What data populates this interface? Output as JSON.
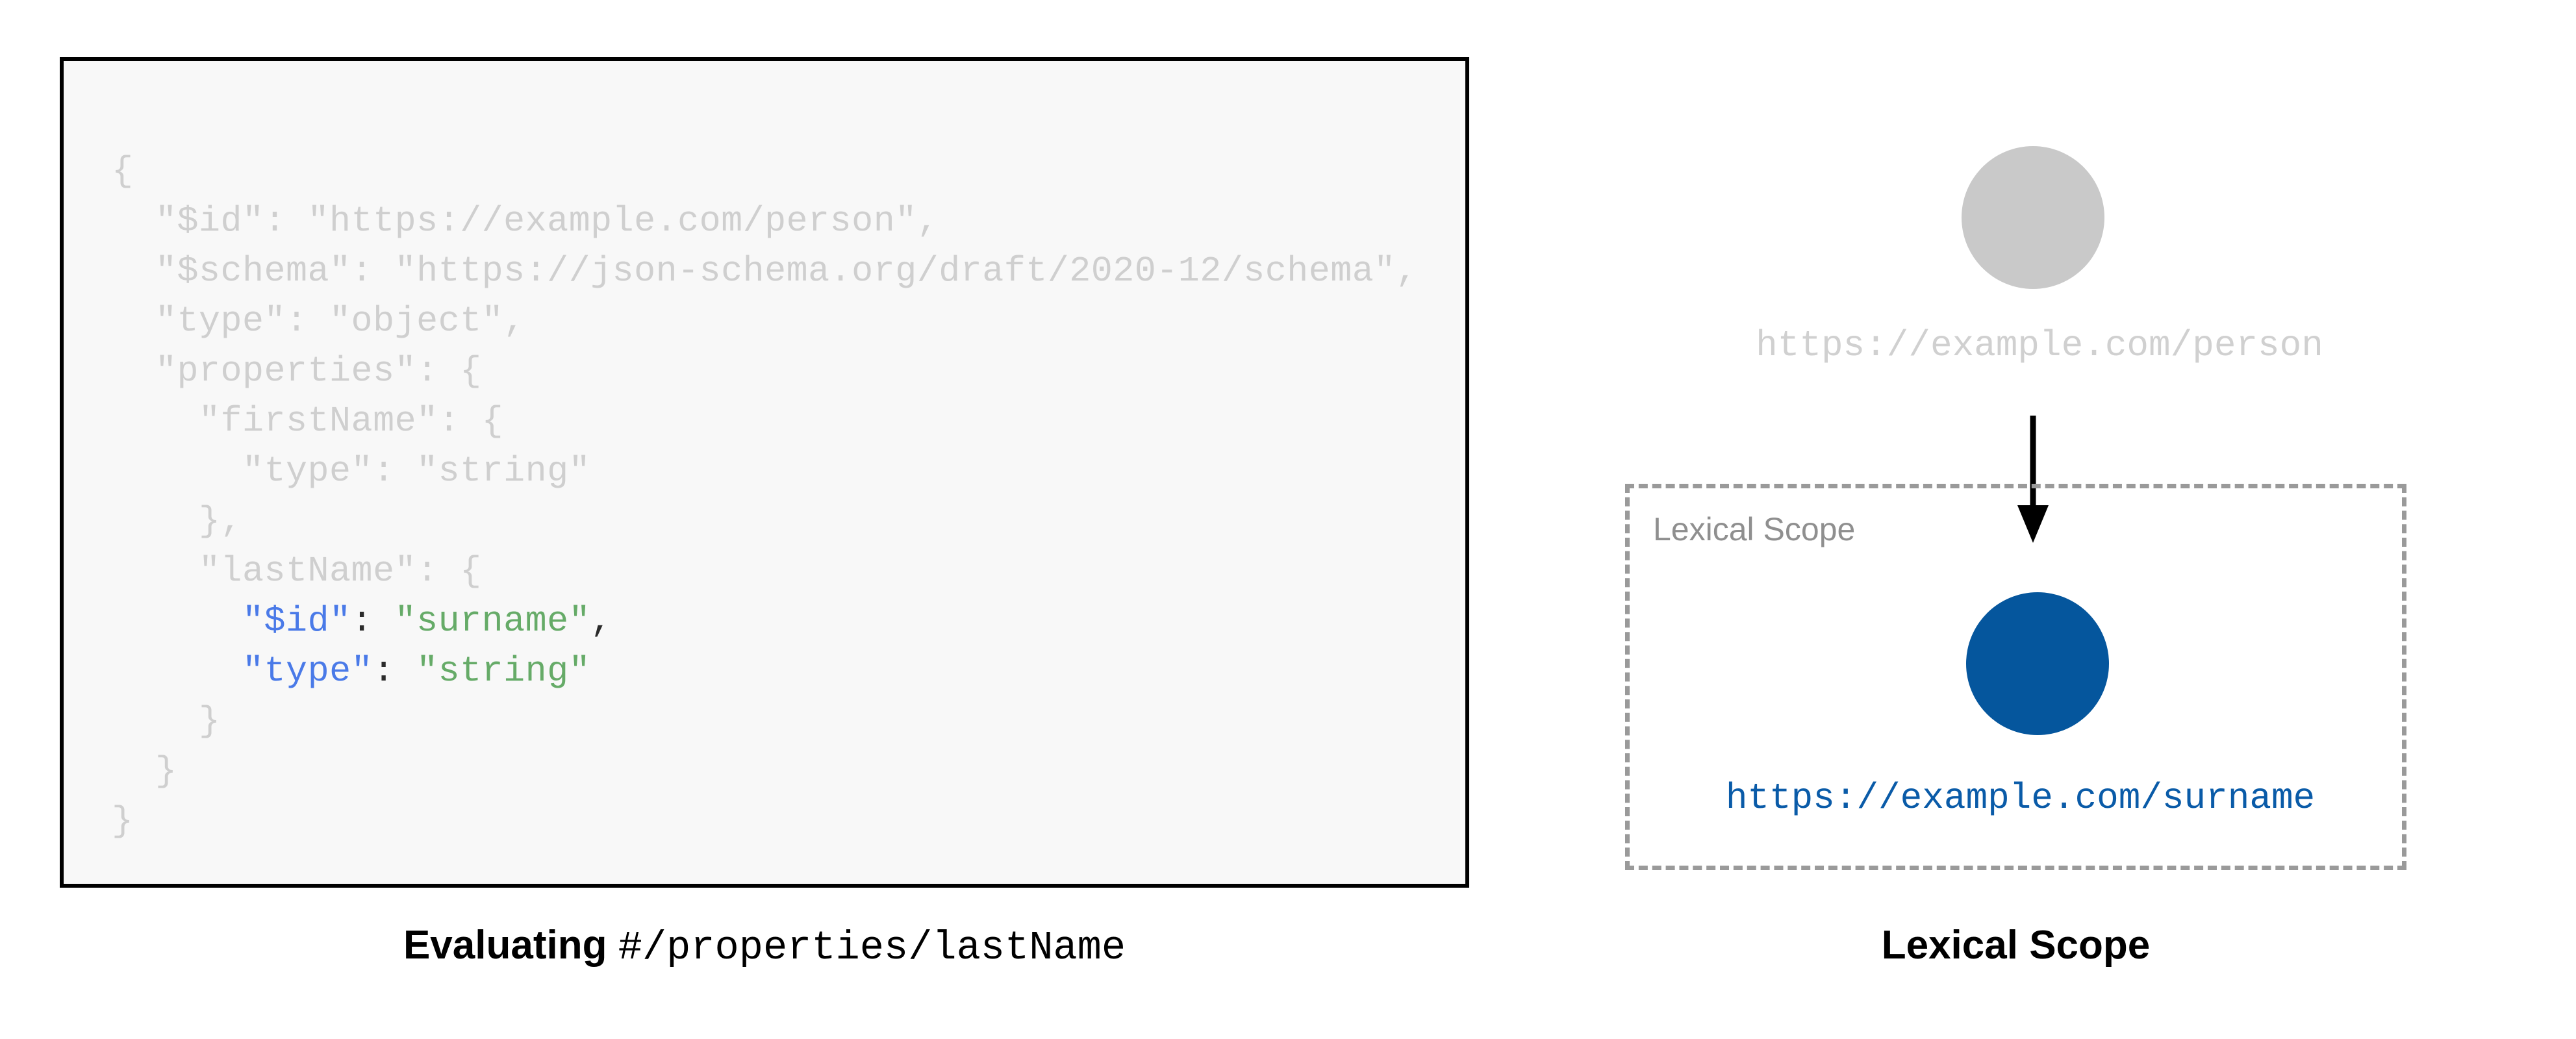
{
  "code_panel": {
    "language": "json",
    "background_color": "#f8f8f8",
    "border_color": "#000000",
    "dim_color": "#cfcfcf",
    "key_color": "#4a7ae8",
    "value_color": "#66ab68",
    "lines": [
      {
        "text": "{",
        "state": "dim"
      },
      {
        "text": "  \"$id\": \"https://example.com/person\",",
        "state": "dim"
      },
      {
        "text": "  \"$schema\": \"https://json-schema.org/draft/2020-12/schema\",",
        "state": "dim"
      },
      {
        "text": "  \"type\": \"object\",",
        "state": "dim"
      },
      {
        "text": "  \"properties\": {",
        "state": "dim"
      },
      {
        "text": "    \"firstName\": {",
        "state": "dim"
      },
      {
        "text": "      \"type\": \"string\"",
        "state": "dim"
      },
      {
        "text": "    },",
        "state": "dim"
      },
      {
        "text": "    \"lastName\": {",
        "state": "dim"
      },
      {
        "text": "      \"$id\": \"surname\",",
        "state": "highlight",
        "key": "\"$id\"",
        "value": "\"surname\""
      },
      {
        "text": "      \"type\": \"string\"",
        "state": "highlight",
        "key": "\"type\"",
        "value": "\"string\""
      },
      {
        "text": "    }",
        "state": "dim"
      },
      {
        "text": "  }",
        "state": "dim"
      },
      {
        "text": "}",
        "state": "dim"
      }
    ],
    "caption": {
      "bold_part": "Evaluating",
      "mono_part": "#/properties/lastName"
    }
  },
  "diagram_panel": {
    "outer_node": {
      "label": "https://example.com/person",
      "fill_color": "#c9c9c9",
      "label_color": "#d0d0d0"
    },
    "arrow": {
      "direction": "down",
      "color": "#000000"
    },
    "lexical_scope_box": {
      "label": "Lexical Scope",
      "border_color": "#9a9a9a",
      "border_style": "dashed",
      "label_color": "#8f8f8f"
    },
    "inner_node": {
      "label": "https://example.com/surname",
      "fill_color": "#05569d",
      "label_color": "#0a5ba8"
    },
    "caption": "Lexical Scope"
  }
}
